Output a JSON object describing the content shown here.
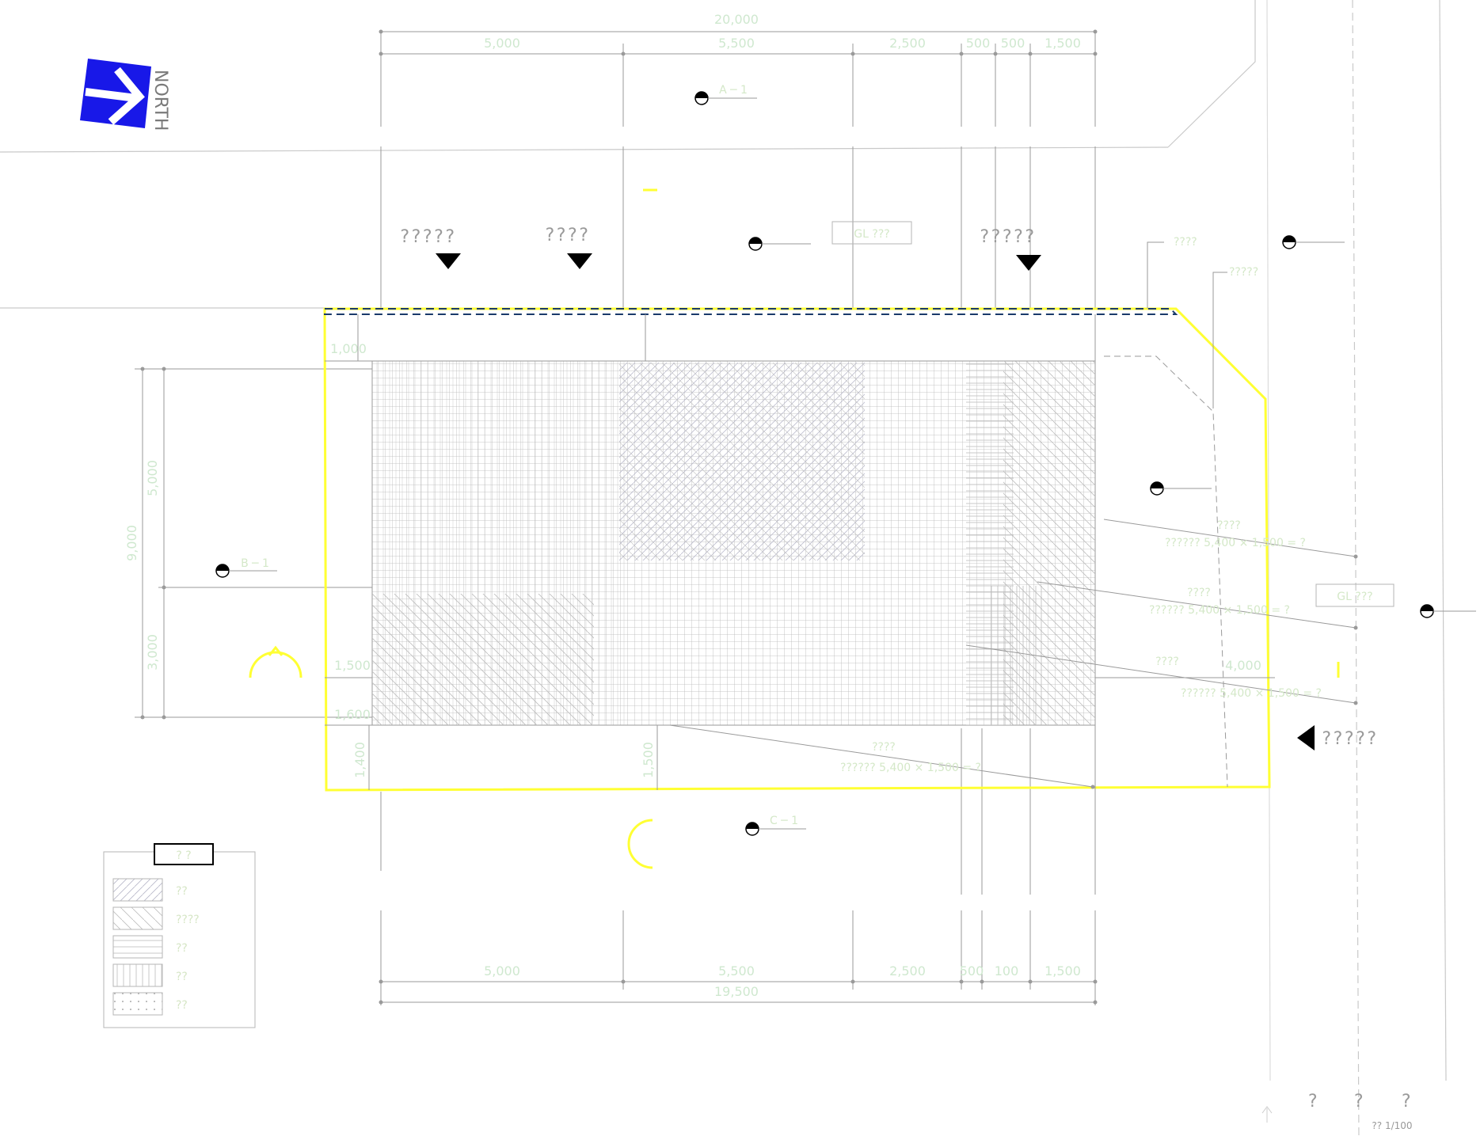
{
  "drawing": {
    "north_label": "NORTH",
    "overall_dimension_top": "20,000",
    "overall_dimension_bottom": "19,500",
    "top_segments": [
      "5,000",
      "5,500",
      "2,500",
      "500",
      "500",
      "1,500"
    ],
    "bottom_segments": [
      "5,000",
      "5,500",
      "2,500",
      "500",
      "100",
      "1,500"
    ],
    "left_overall": "9,000",
    "left_segments": [
      "5,000",
      "3,000"
    ],
    "inner_dims": {
      "top_left": "1,000",
      "mid_left_a": "1,500",
      "mid_left_b": "1,600",
      "bottom_left": "1,400",
      "bottom_mid": "1,500",
      "right_mid": "4,000"
    },
    "question_labels": {
      "top_left": "?????",
      "top_mid": "????",
      "top_right": "?????",
      "right": "?????"
    },
    "boxed_tags": {
      "top": "GL ???",
      "right": "GL ???"
    },
    "callouts": {
      "top_right_a": "????",
      "top_right_b": "?????"
    },
    "area_labels": [
      {
        "title": "????",
        "formula": "?????? 5,400 × 1,500 = ?"
      },
      {
        "title": "????",
        "formula": "?????? 5,400 × 1,500 = ?"
      },
      {
        "title": "????",
        "formula": "?????? 5,400 × 1,500 = ?"
      },
      {
        "title": "????",
        "formula": "?????? 5,400 × 1,500 = ?"
      }
    ],
    "section_marks": {
      "top": "A ─ 1",
      "left": "B ─ 1",
      "bottom": "C ─ 1"
    },
    "scale_bar": {
      "marks": [
        "?",
        "?",
        "?"
      ],
      "label": "??  1/100"
    },
    "legend": {
      "title": "? ?",
      "items": [
        "??",
        "????",
        "??",
        "??",
        "??"
      ]
    },
    "colors": {
      "north_badge": "#1818e8",
      "site_boundary": "#ffff33",
      "roof_edge": "#1a3a6a",
      "lines": "#9a9a9a",
      "dim_text": "#cfe8cf",
      "marker": "#000000"
    }
  }
}
